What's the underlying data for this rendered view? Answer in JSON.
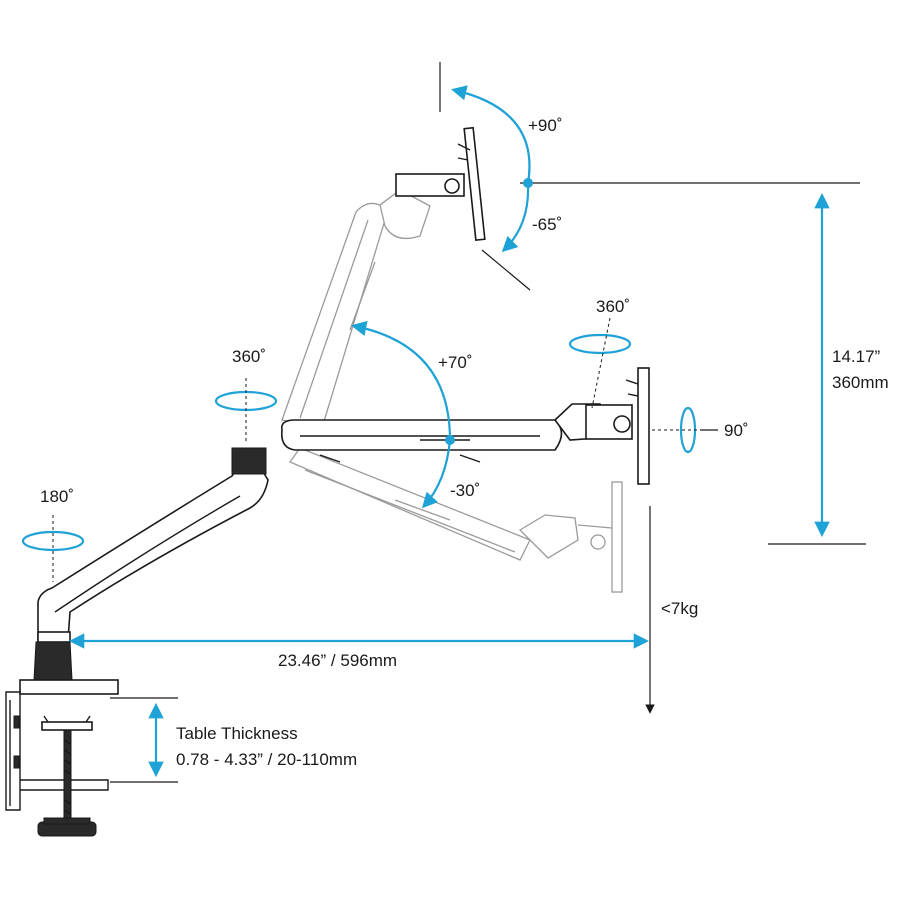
{
  "labels": {
    "tilt_up": "+90˚",
    "tilt_down": "-65˚",
    "height": "14.17”",
    "height_mm": "360mm",
    "elbow_raise": "+70˚",
    "elbow_lower": "-30˚",
    "swivel_elbow": "360˚",
    "swivel_head": "360˚",
    "rotate": "90˚",
    "swivel_base": "180˚",
    "weight": "<7kg",
    "reach": "23.46” / 596mm",
    "table_title": "Table Thickness",
    "table_range": "0.78 - 4.33” / 20-110mm"
  },
  "colors": {
    "accent": "#1fa2d6",
    "line": "#1a1a1a",
    "ghost": "#9a9a9a"
  }
}
